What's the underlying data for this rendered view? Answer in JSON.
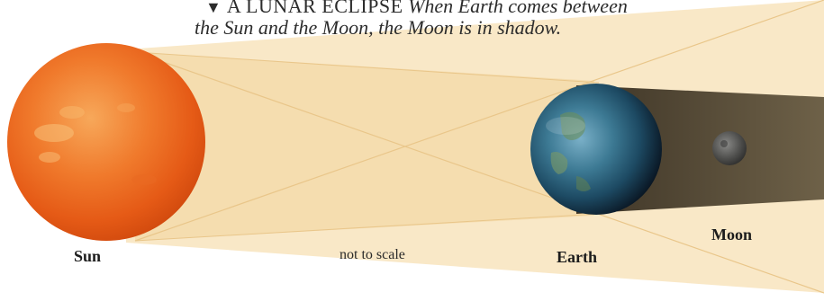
{
  "caption": {
    "symbol": "▼",
    "lead": "A LUNAR ECLIPSE",
    "rest": "When Earth comes between",
    "line2": "the Sun and the Moon, the Moon is in shadow."
  },
  "labels": {
    "sun": "Sun",
    "earth": "Earth",
    "moon": "Moon",
    "scale_note": "not to scale"
  }
}
